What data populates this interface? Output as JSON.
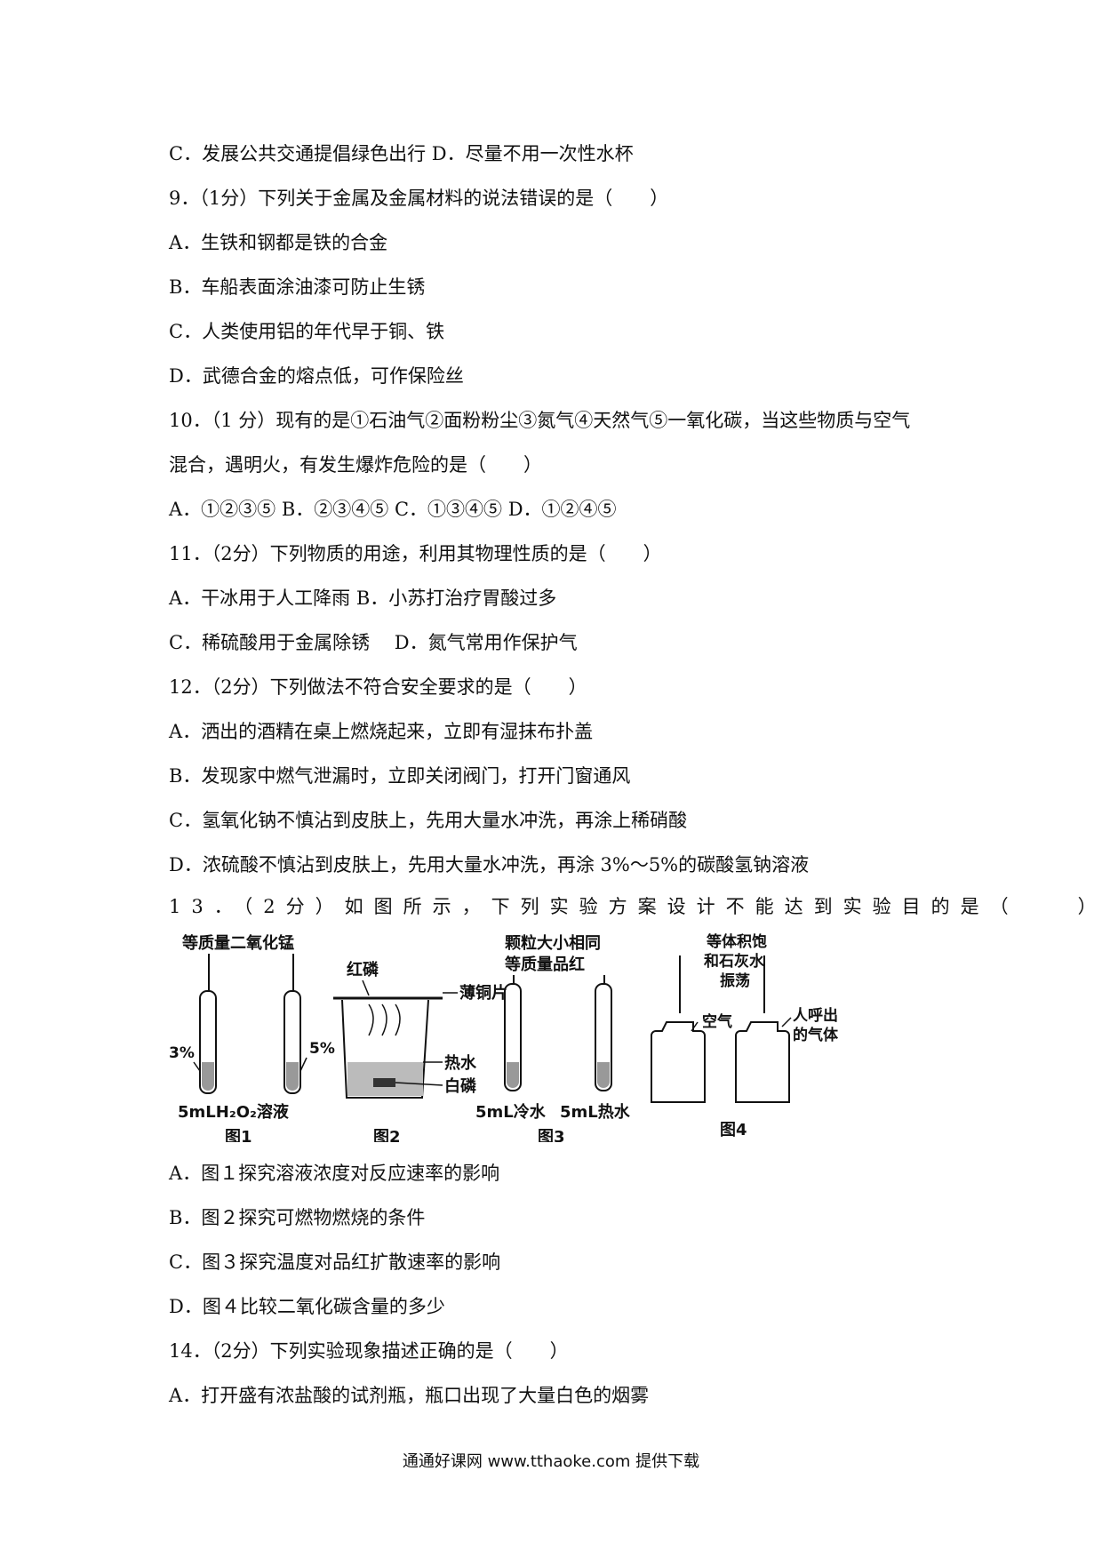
{
  "lines": [
    "C．发展公共交通提倡绿色出行 D．尽量不用一次性水杯",
    "9．（1分）下列关于金属及金属材料的说法错误的是（　　）",
    "A．生铁和钢都是铁的合金",
    "B．车船表面涂油漆可防止生锈",
    "C．人类使用铝的年代早于铜、铁",
    "D．武德合金的熔点低，可作保险丝",
    "10．（1 分）现有的是①石油气②面粉粉尘③氮气④天然气⑤一氧化碳，当这些物质与空气",
    "混合，遇明火，有发生爆炸危险的是（　　）",
    "A．①②③⑤ B．②③④⑤ C．①③④⑤ D．①②④⑤",
    "11．（2分）下列物质的用途，利用其物理性质的是（　　）",
    "A．干冰用于人工降雨 B．小苏打治疗胃酸过多",
    "C．稀硫酸用于金属除锈　 D．氮气常用作保护气",
    "12．（2分）下列做法不符合安全要求的是（　　）",
    "A．洒出的酒精在桌上燃烧起来，立即有湿抹布扑盖",
    "B．发现家中燃气泄漏时，立即关闭阀门，打开门窗通风",
    "C．氢氧化钠不慎沾到皮肤上，先用大量水冲洗，再涂上稀硝酸",
    "D．浓硫酸不慎沾到皮肤上，先用大量水冲洗，再涂 3%～5%的碳酸氢钠溶液",
    "13．（2分）如图所示，下列实验方案设计不能达到实验目的是（　　）"
  ],
  "figures": {
    "fig1": {
      "top_label": "等质量二氧化锰",
      "left_pct": "3%",
      "right_pct": "5%",
      "bottom_label": "5mLH₂O₂溶液",
      "caption": "图1"
    },
    "fig2": {
      "label_red_p": "红磷",
      "label_copper": "薄铜片",
      "label_hot_water": "热水",
      "label_white_p": "白磷",
      "caption": "图2"
    },
    "fig3": {
      "top_label_1": "颗粒大小相同",
      "top_label_2": "等质量品红",
      "label_cold": "5mL冷水",
      "label_hot": "5mL热水",
      "caption": "图3"
    },
    "fig4": {
      "top_label_1": "等体积饱",
      "top_label_2": "和石灰水",
      "top_label_3": "振荡",
      "label_air": "空气",
      "label_breath_1": "人呼出",
      "label_breath_2": "的气体",
      "caption": "图4"
    }
  },
  "options13": [
    "A．图１探究溶液浓度对反应速率的影响",
    "B．图２探究可燃物燃烧的条件",
    "C．图３探究温度对品红扩散速率的影响",
    "D．图４比较二氧化碳含量的多少"
  ],
  "q14": [
    "14．（2分）下列实验现象描述正确的是（　　）",
    "A．打开盛有浓盐酸的试剂瓶，瓶口出现了大量白色的烟雾"
  ],
  "footer": "通通好课网 www.tthaoke.com 提供下载"
}
